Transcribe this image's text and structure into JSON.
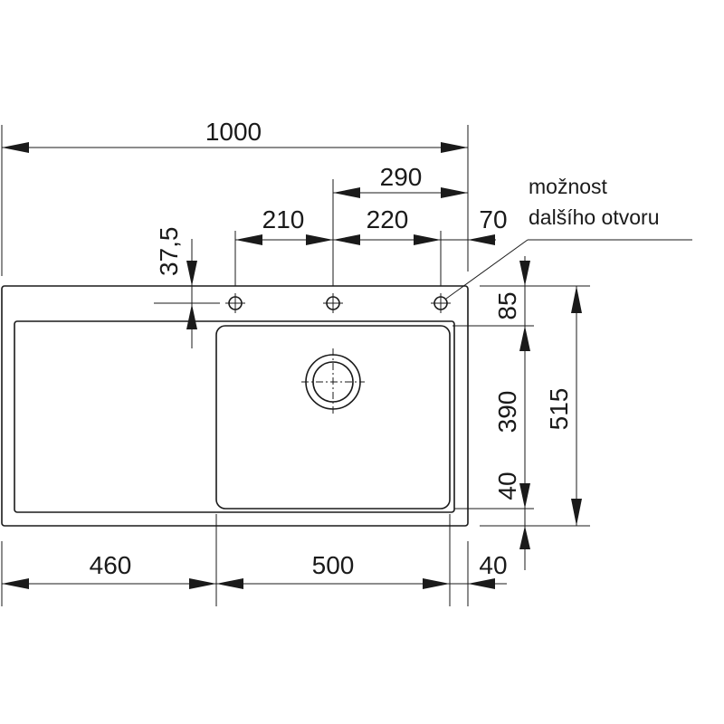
{
  "dimensions": {
    "overall_width": "1000",
    "hole_to_edge": "290",
    "hole_spacing_left": "210",
    "hole_spacing_right": "220",
    "right_margin_top": "70",
    "hole_offset": "37,5",
    "back_margin": "85",
    "bowl_depth": "390",
    "front_margin_inner": "40",
    "overall_depth": "515",
    "drainer_width": "460",
    "bowl_width": "500",
    "right_margin_bottom": "40"
  },
  "note": {
    "line1": "možnost",
    "line2": "dalšího otvoru"
  }
}
